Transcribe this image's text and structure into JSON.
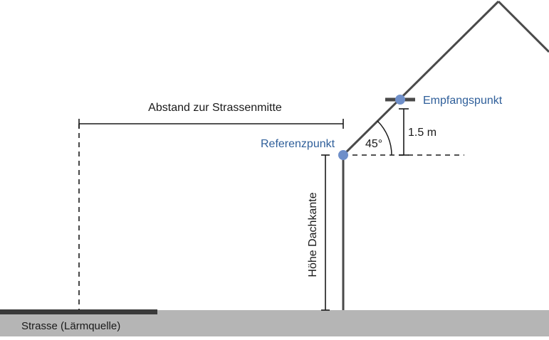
{
  "labels": {
    "distance": "Abstand zur Strassenmitte",
    "reference": "Referenzpunkt",
    "receiver": "Empfangspunkt",
    "height_offset": "1.5 m",
    "angle": "45°",
    "eave_height": "Höhe Dachkante",
    "street": "Strasse (Lärmquelle)"
  },
  "colors": {
    "ground": "#b5b5b5",
    "street": "#3a3a3a",
    "building": "#4a4a4a",
    "point": "#6f8fc9",
    "label_blue": "#2f5f9a"
  }
}
